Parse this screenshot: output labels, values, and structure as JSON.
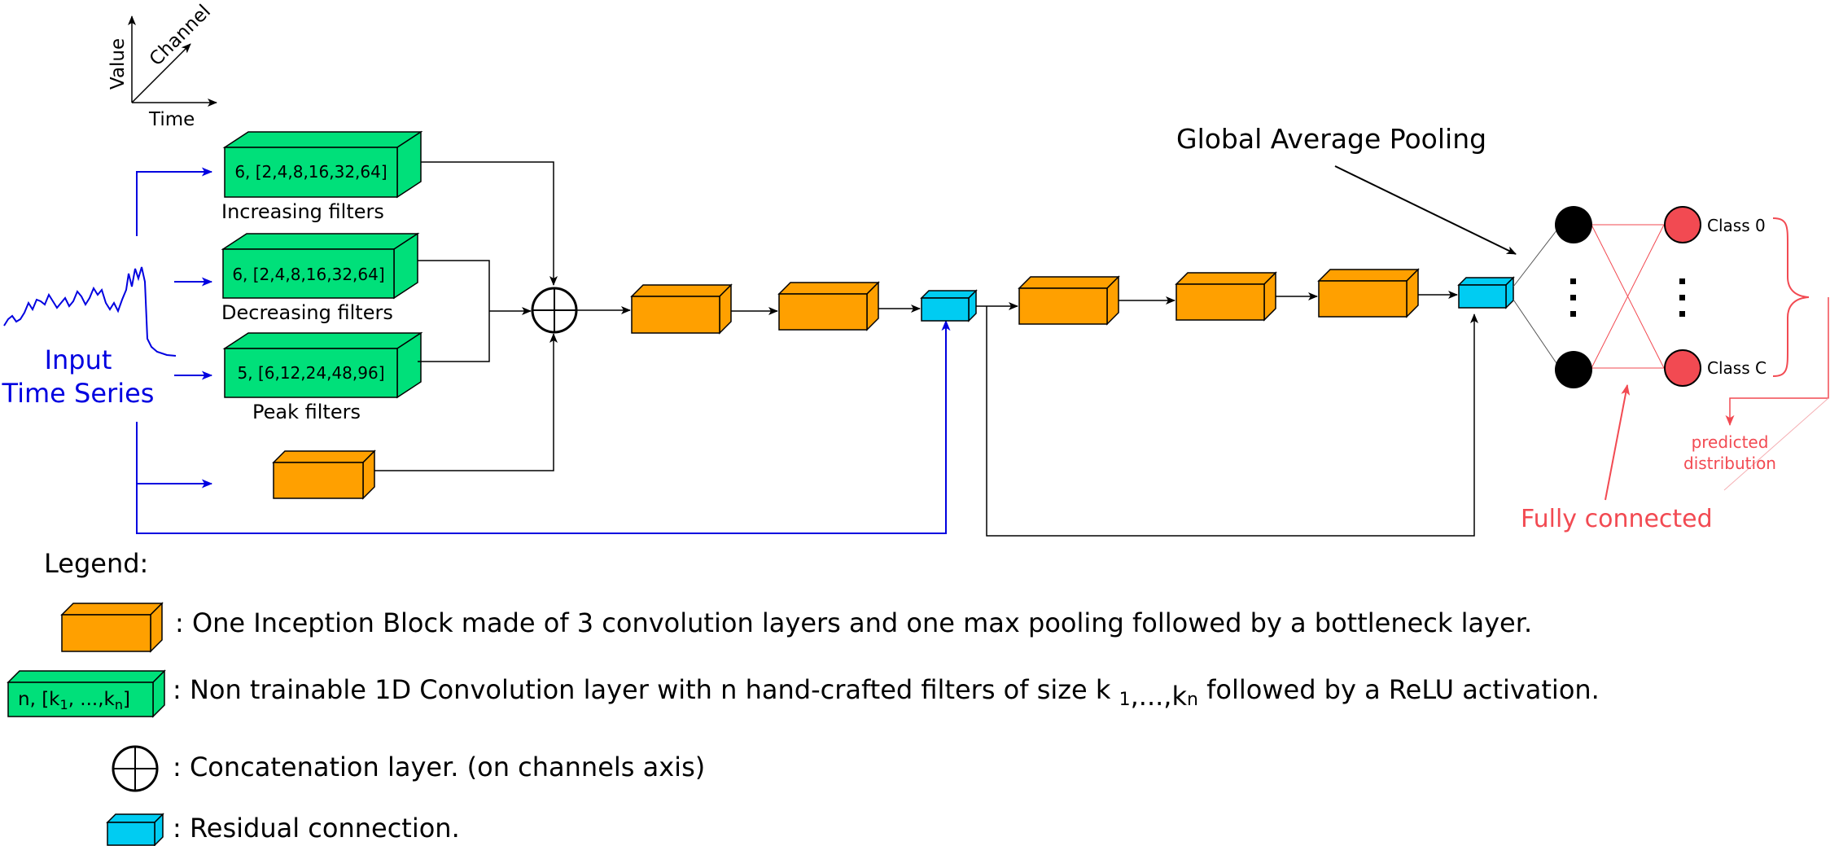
{
  "axes_icon": {
    "value_label": "Value",
    "channel_label": "Channel",
    "time_label": "Time"
  },
  "input": {
    "line1": "Input",
    "line2": "Time Series"
  },
  "filters": {
    "increasing": {
      "box_text": "6, [2,4,8,16,32,64]",
      "caption": "Increasing filters"
    },
    "decreasing": {
      "box_text": "6, [2,4,8,16,32,64]",
      "caption": "Decreasing filters"
    },
    "peak": {
      "box_text": "5, [6,12,24,48,96]",
      "caption": "Peak filters"
    }
  },
  "gap_label": "Global Average Pooling",
  "fc": {
    "class_first": "Class 0",
    "class_last": "Class C",
    "predicted_line1": "predicted",
    "predicted_line2": "distribution",
    "fully_connected_label": "Fully connected"
  },
  "legend": {
    "title": "Legend:",
    "inception_desc": ": One Inception Block made of 3 convolution layers and one max pooling followed by a bottleneck layer.",
    "conv_box": {
      "n": "n, [k",
      "sub1": "1",
      "mid": ", ...,k",
      "subn": "n",
      "end": "]"
    },
    "conv_desc": {
      "start": ": Non trainable 1D Convolution layer with n hand-crafted filters of size k ",
      "sub1": "1",
      "mid": ",...,k",
      "subn": "n",
      "end": " followed by a ReLU activation."
    },
    "concat_desc": ": Concatenation layer. (on channels axis)",
    "residual_desc": ": Residual connection."
  },
  "colors": {
    "inception_block": "#FFA000",
    "filter_block": "#00E07A",
    "residual_block": "#00CCF2",
    "fc_neuron": "#F24A52",
    "fc_text": "#F24A52",
    "input_blue": "#0000E0",
    "hidden_neuron": "#000000"
  }
}
